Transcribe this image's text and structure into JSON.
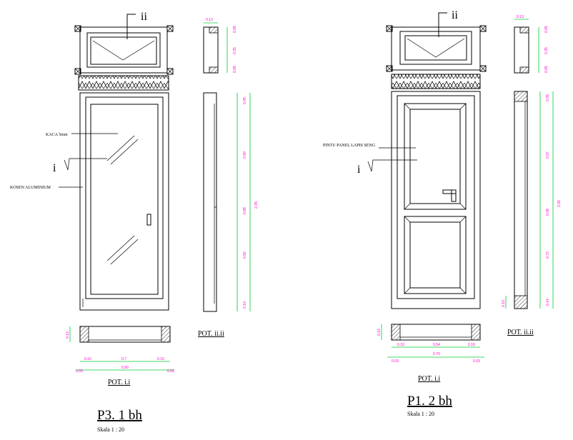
{
  "left_door": {
    "cut_mark_top": "ii",
    "cut_mark_side": "i",
    "label_glass": "KACA 5mm",
    "label_frame": "KOSEN ALUMINIUM",
    "section_plan_title": "POT. i.i",
    "section_side_title": "POT. ii.ii",
    "type_title": "P3.  1 bh",
    "scale": "Skala  1 : 20",
    "dims_side": [
      "0.13",
      "0.05",
      "0.35",
      "0.05",
      "0.05",
      "0.90",
      "0.88",
      "0.82",
      "0.10",
      "2.05"
    ],
    "dims_plan": [
      "0.13",
      "0.10",
      "0.7",
      "0.10",
      "0.03",
      "0.90",
      "0.03"
    ]
  },
  "right_door": {
    "cut_mark_top": "ii",
    "cut_mark_side": "i",
    "label_panel": "PINTU PANEL LAPIS SENG",
    "section_plan_title": "POT. i.i",
    "section_side_title": "POT. ii.ii",
    "type_title": "P1.  2 bh",
    "scale": "Skala  1 : 20",
    "dims_side": [
      "0.13",
      "0.05",
      "0.35",
      "0.05",
      "0.05",
      "0.97",
      "0.08",
      "0.72",
      "0.14",
      "2.05",
      "0.10"
    ],
    "dims_plan": [
      "0.14",
      "0.10",
      "0.54",
      "0.10",
      "0.03",
      "0.70",
      "0.03"
    ]
  }
}
